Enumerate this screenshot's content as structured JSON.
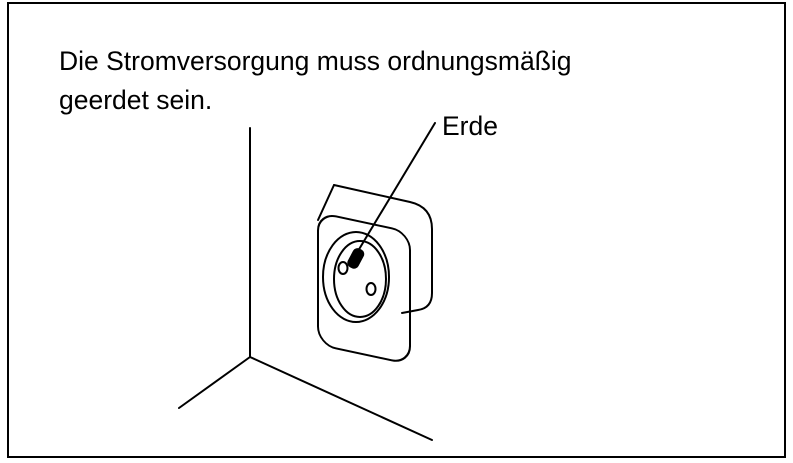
{
  "instruction": {
    "line1": "Die Stromversorgung muss ordnungsmäßig",
    "line2": "geerdet sein."
  },
  "callout": {
    "label": "Erde"
  },
  "colors": {
    "line": "#000000",
    "background": "#ffffff"
  }
}
